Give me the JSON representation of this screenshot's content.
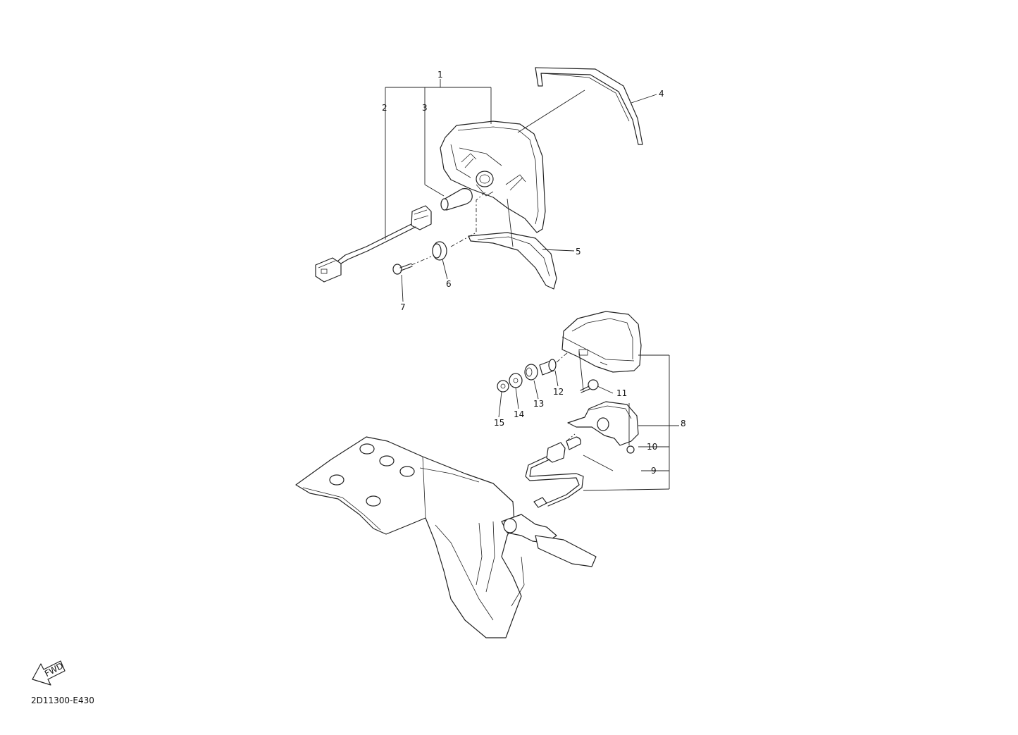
{
  "diagram": {
    "drawing_code": "2D11300-E430",
    "fwd_label": "FWD",
    "callouts": [
      {
        "id": "1",
        "label": "1"
      },
      {
        "id": "2",
        "label": "2"
      },
      {
        "id": "3",
        "label": "3"
      },
      {
        "id": "4",
        "label": "4"
      },
      {
        "id": "5",
        "label": "5"
      },
      {
        "id": "6",
        "label": "6"
      },
      {
        "id": "7",
        "label": "7"
      },
      {
        "id": "8",
        "label": "8"
      },
      {
        "id": "9",
        "label": "9"
      },
      {
        "id": "10",
        "label": "10"
      },
      {
        "id": "11",
        "label": "11"
      },
      {
        "id": "12",
        "label": "12"
      },
      {
        "id": "13",
        "label": "13"
      },
      {
        "id": "14",
        "label": "14"
      },
      {
        "id": "15",
        "label": "15"
      }
    ]
  }
}
